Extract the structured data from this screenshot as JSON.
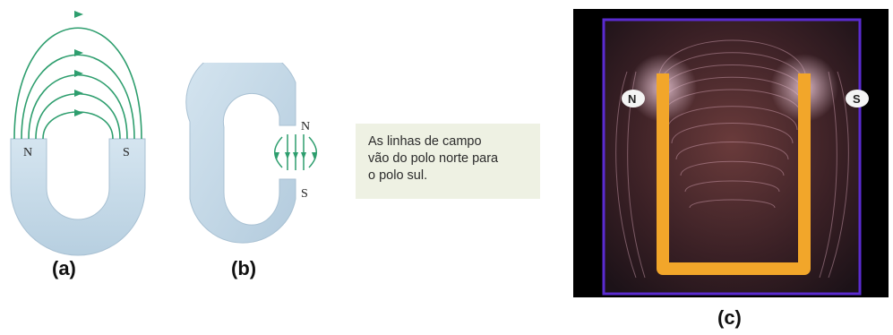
{
  "panels": {
    "a": {
      "label": "(a)",
      "pole_left": "N",
      "pole_right": "S"
    },
    "b": {
      "label": "(b)",
      "pole_top": "N",
      "pole_bottom": "S"
    },
    "c": {
      "label": "(c)",
      "badge_left": "N",
      "badge_right": "S"
    }
  },
  "note": {
    "lines": [
      "As linhas de campo",
      "vão do polo norte para",
      "o polo sul."
    ]
  },
  "colors": {
    "magnet_blue": "#c9dcea",
    "field_line_green": "#2e9e6e",
    "note_background": "#eef1e3",
    "photo_magnet_orange": "#f2a62a",
    "photo_frame_purple": "#5a2bd0"
  }
}
